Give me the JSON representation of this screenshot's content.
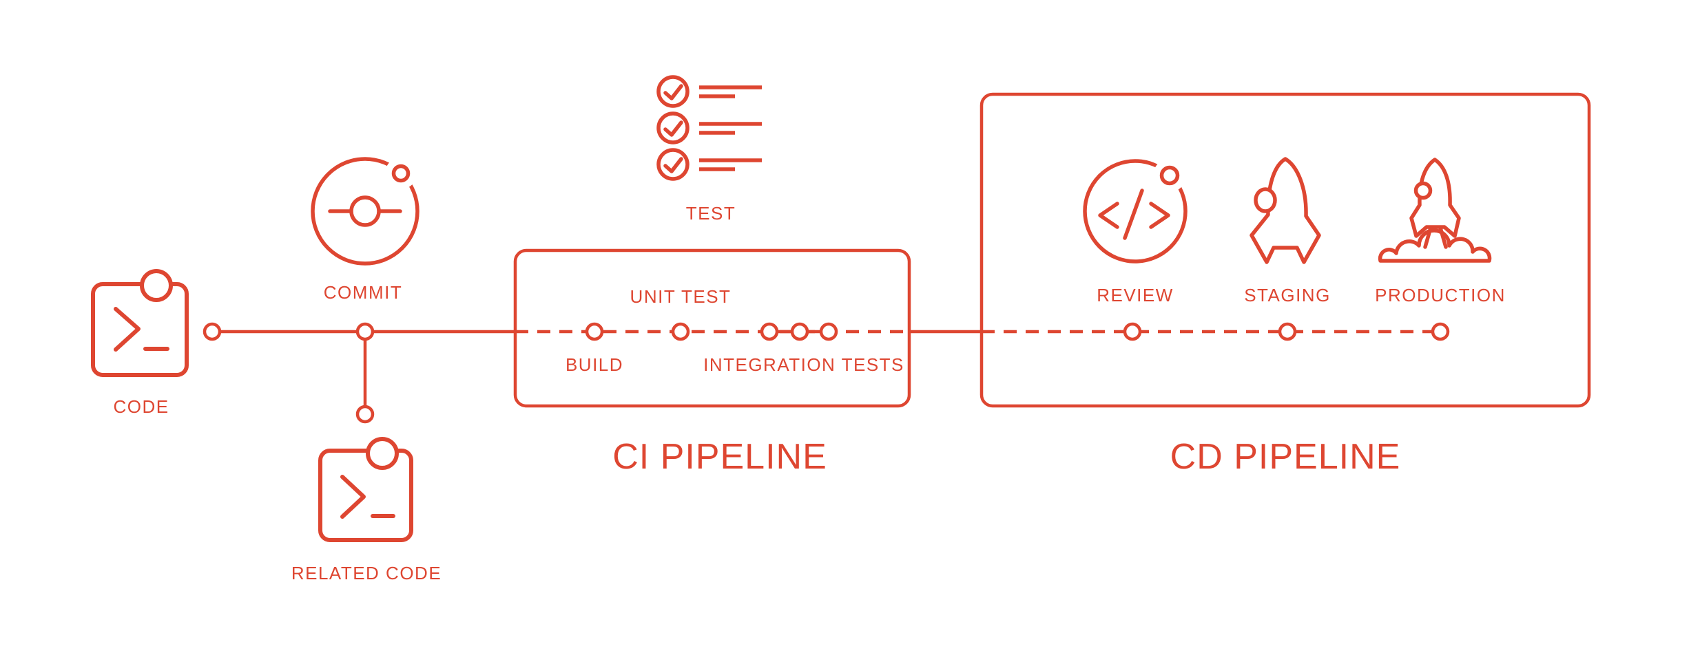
{
  "colors": {
    "accent": "#DE4631",
    "background": "#FFFFFF"
  },
  "source": {
    "code_label": "CODE",
    "commit_label": "COMMIT",
    "related_code_label": "RELATED CODE"
  },
  "test_checklist": {
    "label": "TEST",
    "item_count": 3
  },
  "ci_pipeline": {
    "title": "CI PIPELINE",
    "steps": [
      {
        "label": "BUILD"
      },
      {
        "label": "UNIT TEST"
      },
      {
        "label": "INTEGRATION TESTS"
      }
    ]
  },
  "cd_pipeline": {
    "title": "CD PIPELINE",
    "stages": [
      {
        "label": "REVIEW",
        "icon": "code-review-icon"
      },
      {
        "label": "STAGING",
        "icon": "rocket-icon"
      },
      {
        "label": "PRODUCTION",
        "icon": "rocket-launch-icon"
      }
    ]
  },
  "icons": {
    "code": "terminal-icon",
    "related_code": "terminal-icon",
    "commit": "commit-orbit-icon",
    "test": "checklist-icon"
  }
}
